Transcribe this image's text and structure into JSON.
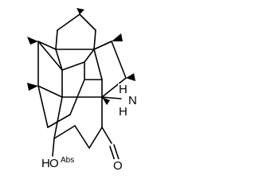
{
  "molecule": {
    "atom_labels": {
      "amine_h_top": "H",
      "amine_n": "N",
      "amine_h_bottom": "H",
      "hydroxyl_o": "O",
      "hydroxyl_h": "H",
      "abs": "Abs",
      "carbonyl_o": "O"
    }
  }
}
